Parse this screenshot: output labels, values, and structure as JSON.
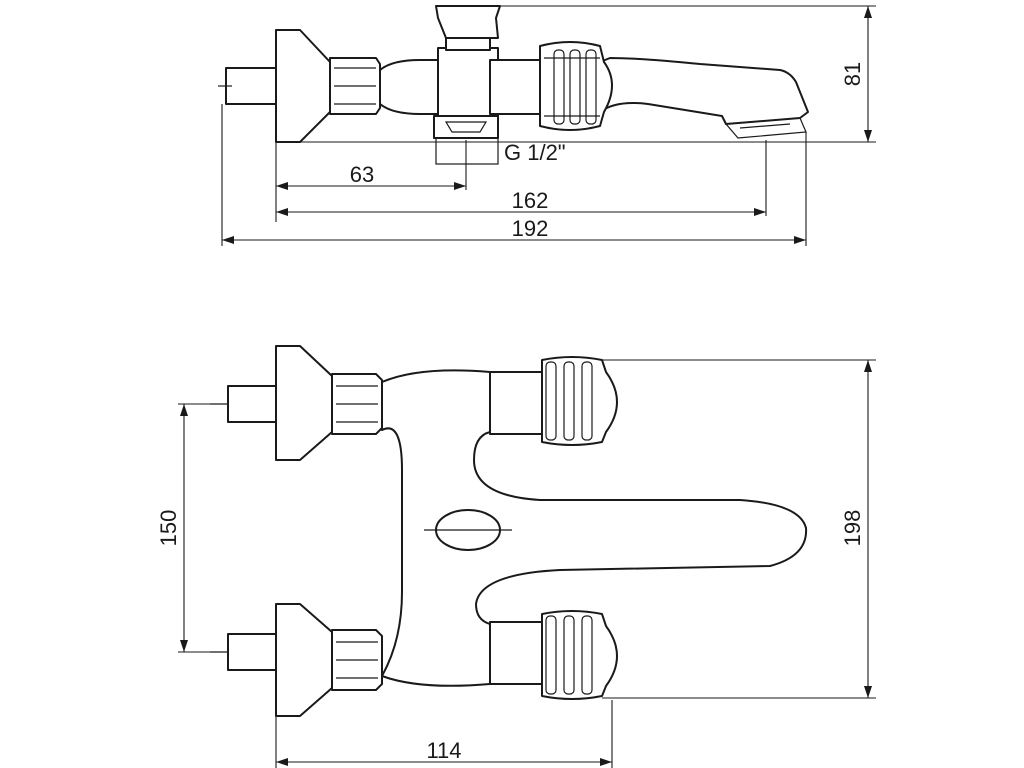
{
  "dimensions": {
    "d63": "63",
    "d162": "162",
    "d192": "192",
    "d81": "81",
    "thread": "G 1/2\"",
    "d150": "150",
    "d198": "198",
    "d114": "114"
  }
}
